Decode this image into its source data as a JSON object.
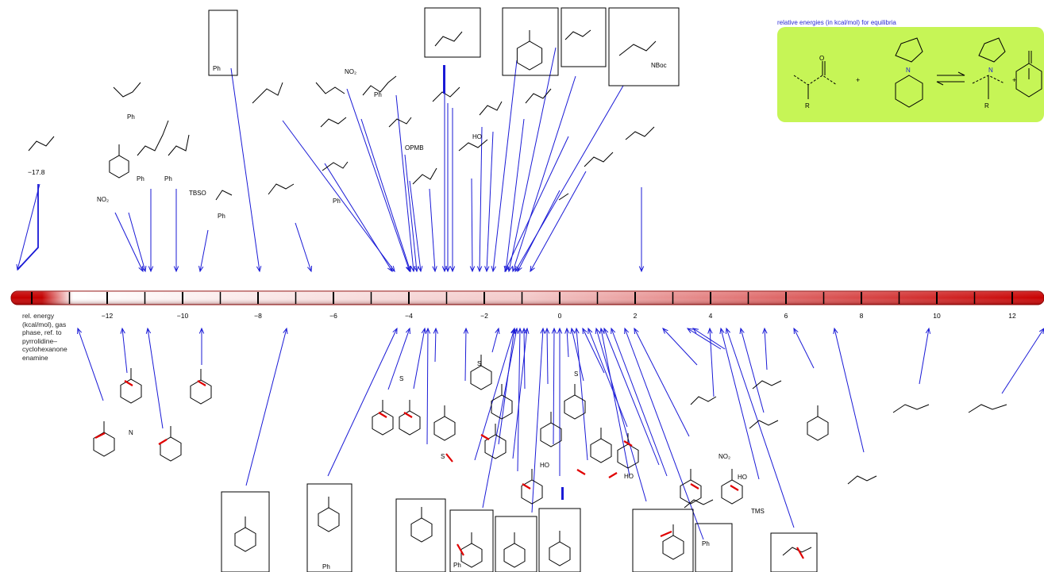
{
  "legend": {
    "caption": "relative energies (in kcal/mol) for equilibria",
    "plus": "+",
    "substituent": "R",
    "pyrrolidine_n": "N"
  },
  "axis": {
    "description": "rel. energy (kcal/mol), gas phase, ref. to pyrrolidine–cyclohexanone enamine",
    "ticks": [
      "−12",
      "−10",
      "−8",
      "−6",
      "−4",
      "−2",
      "0",
      "2",
      "4",
      "6",
      "8",
      "10",
      "12"
    ],
    "range": [
      -14,
      13.5
    ],
    "offscale_value": "−17.8",
    "bar_color_start": "#cc0000",
    "bar_color_end": "#cc0000",
    "arrow_color": "#1a1ad6",
    "highlight_bond_color": "#e00000"
  },
  "labels": {
    "no2": "NO₂",
    "ph": "Ph",
    "tbso": "TBSO",
    "opmb": "OPMB",
    "ho": "HO",
    "nboc": "NBoc",
    "n": "N",
    "tms": "TMS",
    "s": "S",
    "o": "O"
  },
  "chart_data": {
    "type": "scatter",
    "xlabel": "rel. energy (kcal/mol), gas phase, ref. to pyrrolidine–cyclohexanone enamine",
    "xlim": [
      -14,
      13.5
    ],
    "points": [
      {
        "x": -17.8,
        "label": "−17.8"
      }
    ]
  }
}
